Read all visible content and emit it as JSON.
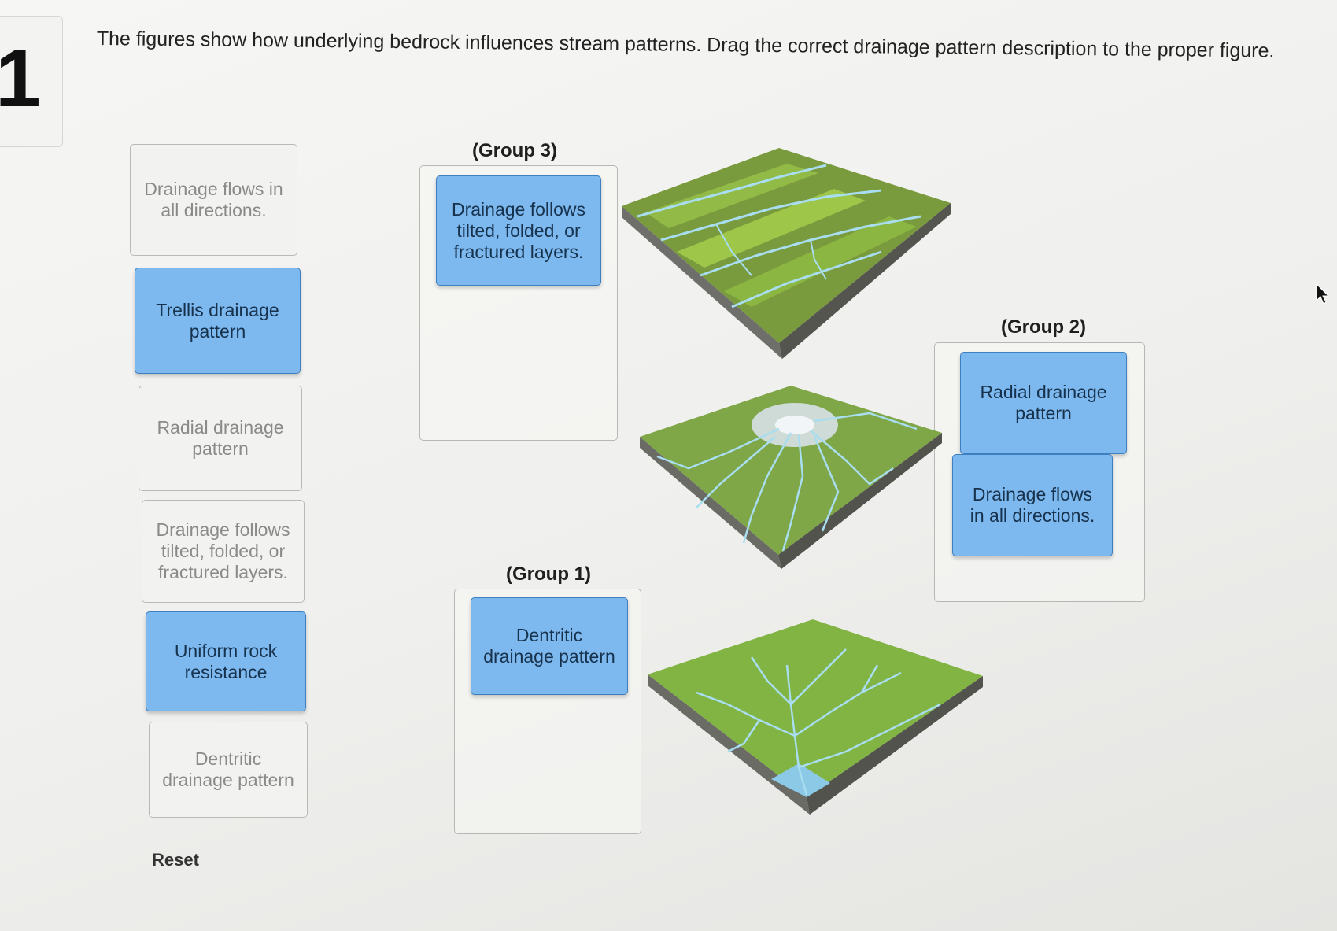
{
  "question_number": "1",
  "instruction": "The figures show how underlying bedrock influences stream patterns. Drag the correct drainage pattern description to the proper figure.",
  "source_cards": [
    {
      "text": "Drainage flows in all directions.",
      "state": "empty"
    },
    {
      "text": "Trellis drainage pattern",
      "state": "filled"
    },
    {
      "text": "Radial drainage pattern",
      "state": "empty"
    },
    {
      "text": "Drainage follows tilted, folded, or fractured layers.",
      "state": "empty"
    },
    {
      "text": "Uniform rock resistance",
      "state": "filled"
    },
    {
      "text": "Dentritic drainage pattern",
      "state": "empty"
    }
  ],
  "reset_label": "Reset",
  "groups": [
    {
      "label": "(Group 3)",
      "cards": [
        "Drainage follows tilted, folded, or fractured layers."
      ]
    },
    {
      "label": "(Group 2)",
      "cards": [
        "Radial drainage pattern",
        "Drainage flows in all directions."
      ]
    },
    {
      "label": "(Group 1)",
      "cards": [
        "Dentritic drainage pattern"
      ]
    }
  ],
  "colors": {
    "card_filled": "#7db8ee",
    "card_border": "#3e7fc0",
    "terrain_green": "#7fae3a",
    "water": "#9fd4ea"
  },
  "icons": [
    "mouse-cursor-icon"
  ]
}
